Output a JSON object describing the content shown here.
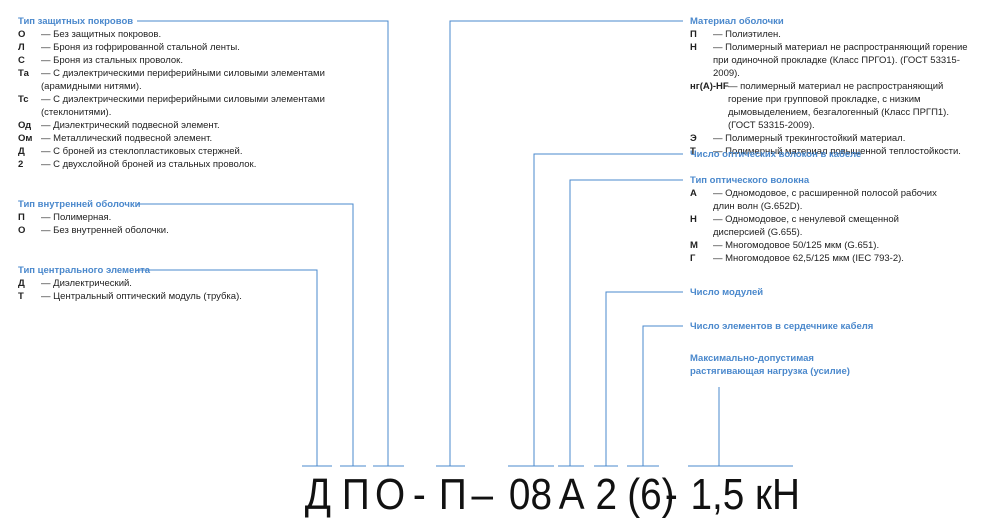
{
  "colors": {
    "accent": "#4a88cc",
    "text": "#222222",
    "mark": "#111111"
  },
  "cover": {
    "title": "Тип защитных покровов",
    "items": [
      {
        "code": "О",
        "desc": "— Без защитных покровов."
      },
      {
        "code": "Л",
        "desc": "— Броня из гофрированной стальной ленты."
      },
      {
        "code": "С",
        "desc": "— Броня из стальных проволок."
      },
      {
        "code": "Та",
        "desc": "— С диэлектрическими периферийными силовыми элементами (арамидными нитями)."
      },
      {
        "code": "Тс",
        "desc": "— С диэлектрическими периферийными силовыми элементами (стеклонитями)."
      },
      {
        "code": "Од",
        "desc": "— Диэлектрический подвесной элемент."
      },
      {
        "code": "Ом",
        "desc": "— Металлический подвесной элемент."
      },
      {
        "code": "Д",
        "desc": "— С броней из стеклопластиковых стержней."
      },
      {
        "code": "2",
        "desc": "— С двухслойной броней из стальных проволок."
      }
    ]
  },
  "inner_sheath": {
    "title": "Тип внутренней оболочки",
    "items": [
      {
        "code": "П",
        "desc": "— Полимерная."
      },
      {
        "code": "О",
        "desc": "— Без внутренней оболочки."
      }
    ]
  },
  "central_element": {
    "title": "Тип центрального элемента",
    "items": [
      {
        "code": "Д",
        "desc": "— Диэлектрический."
      },
      {
        "code": "Т",
        "desc": "— Центральный оптический модуль (трубка)."
      }
    ]
  },
  "sheath_material": {
    "title": "Материал оболочки",
    "items": [
      {
        "code": "П",
        "desc": "— Полиэтилен."
      },
      {
        "code": "Н",
        "desc": "— Полимерный материал не распространяющий горение при одиночной прокладке (Класс ПРГО1). (ГОСТ 53315-2009)."
      },
      {
        "code": "нг(А)-HF",
        "desc": "— полимерный материал не распространяющий горение при групповой прокладке, с низким дымовыделением, безгалогенный (Класс ПРГП1). (ГОСТ 53315-2009).",
        "wide": true
      },
      {
        "code": "Э",
        "desc": "— Полимерный трекингостойкий материал."
      },
      {
        "code": "Т",
        "desc": "— Полимерный материал повышенной теплостойкости."
      }
    ]
  },
  "fiber_count": {
    "title": "Число оптических волокон в кабеле"
  },
  "fiber_type": {
    "title": "Тип оптического волокна",
    "items": [
      {
        "code": "А",
        "desc": "— Одномодовое, с расширенной полосой рабочих длин волн (G.652D)."
      },
      {
        "code": "Н",
        "desc": "— Одномодовое, с ненулевой смещенной дисперсией (G.655)."
      },
      {
        "code": "М",
        "desc": "— Многомодовое 50/125 мкм (G.651)."
      },
      {
        "code": "Г",
        "desc": "— Многомодовое 62,5/125 мкм (IEC 793-2)."
      }
    ]
  },
  "module_count": {
    "title": "Число модулей"
  },
  "core_elements": {
    "title": "Число элементов в сердечнике кабеля"
  },
  "tensile_load": {
    "title_line1": "Максимально-допустимая",
    "title_line2": "растягивающая нагрузка (усилие)"
  },
  "marking": {
    "d": "Д",
    "p1": "П",
    "o": "О",
    "dash1": "-",
    "p2": "П",
    "dash2": "–",
    "fibers": "08",
    "fiber_type": "А",
    "modules": "2",
    "elements": "(6)",
    "dash3": "-",
    "load": "1,5 кН"
  }
}
